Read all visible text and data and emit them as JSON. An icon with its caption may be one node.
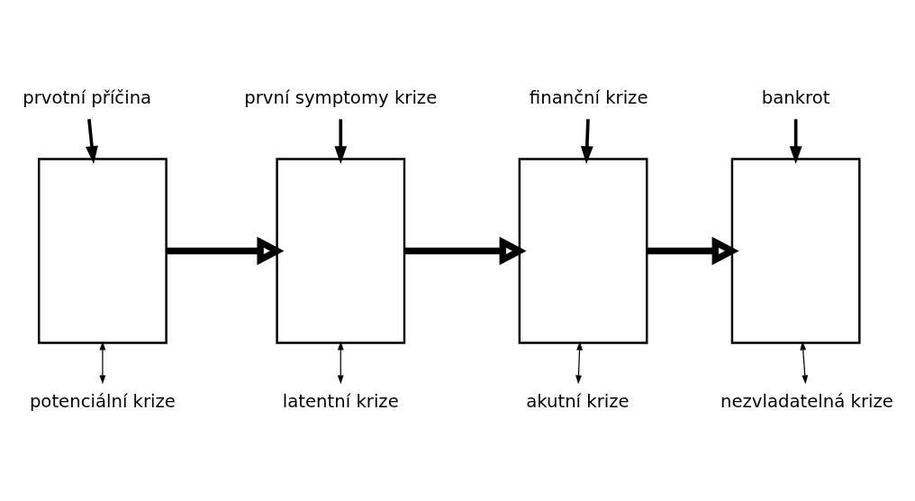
{
  "diagram": {
    "nodes": [
      {
        "text": [
          "prvotní příčina"
        ]
      },
      {
        "text": [],
        "shape": "box",
        "beside": [
          "potenciální krize"
        ]
      },
      {
        "text": [
          "první symptomy krize"
        ]
      },
      {
        "text": [],
        "shape": "box",
        "beside": [
          "latentní krize"
        ]
      },
      {
        "text": [
          "finanční krize"
        ]
      },
      {
        "text": [],
        "shape": "box",
        "beside": [
          "akutní krize"
        ]
      },
      {
        "text": [
          "bankrot"
        ]
      },
      {
        "text": [],
        "shape": "box",
        "beside": [
          "nezvladatelná krize"
        ]
      }
    ],
    "edges": [
      {
        "from": 0,
        "to": 1,
        "arrow": "to"
      },
      {
        "from": 2,
        "to": 3,
        "arrow": "to"
      },
      {
        "from": 4,
        "to": 5,
        "arrow": "to"
      },
      {
        "from": 6,
        "to": 7,
        "arrow": "to"
      },
      {
        "from": 1,
        "to": 3,
        "arrow": "to",
        "style": "thick"
      },
      {
        "from": 3,
        "to": 5,
        "arrow": "to",
        "style": "thick"
      },
      {
        "from": 5,
        "to": 7,
        "arrow": "to",
        "style": "thick"
      }
    ]
  }
}
